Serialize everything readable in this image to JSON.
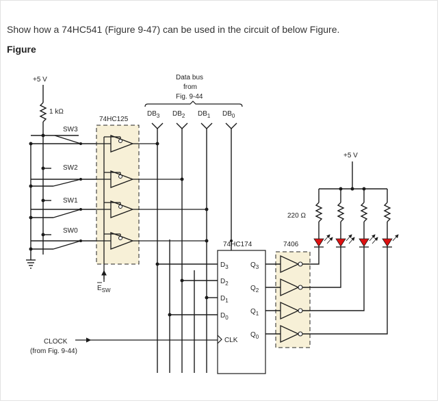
{
  "question": "Show how a 74HC541 (Figure 9-47) can be used in the circuit of below Figure.",
  "figure_heading": "Figure",
  "diagram": {
    "supply_left": "+5 V",
    "supply_right": "+5 V",
    "pullup_resistor": "1 kΩ",
    "led_resistor": "220 Ω",
    "switches": [
      "SW3",
      "SW2",
      "SW1",
      "SW0"
    ],
    "buffer_chip": "74HC125",
    "enable_label": "E",
    "enable_sub": "SW",
    "databus_title": [
      "Data bus",
      "from",
      "Fig. 9-44"
    ],
    "databus_lines": [
      {
        "base": "DB",
        "sub": "3"
      },
      {
        "base": "DB",
        "sub": "2"
      },
      {
        "base": "DB",
        "sub": "1"
      },
      {
        "base": "DB",
        "sub": "0"
      }
    ],
    "register_chip": "74HC174",
    "inverter_chip": "7406",
    "d_inputs": [
      {
        "base": "D",
        "sub": "3"
      },
      {
        "base": "D",
        "sub": "2"
      },
      {
        "base": "D",
        "sub": "1"
      },
      {
        "base": "D",
        "sub": "0"
      }
    ],
    "q_outputs": [
      {
        "base": "Q",
        "sub": "3"
      },
      {
        "base": "Q",
        "sub": "2"
      },
      {
        "base": "Q",
        "sub": "1"
      },
      {
        "base": "Q",
        "sub": "0"
      }
    ],
    "clk_label": "CLK",
    "clock_label": "CLOCK",
    "clock_source": "(from Fig. 9-44)"
  },
  "colors": {
    "highlight": "#f7f0d7",
    "led": "#dd1111",
    "wire": "#1a1a1a"
  }
}
